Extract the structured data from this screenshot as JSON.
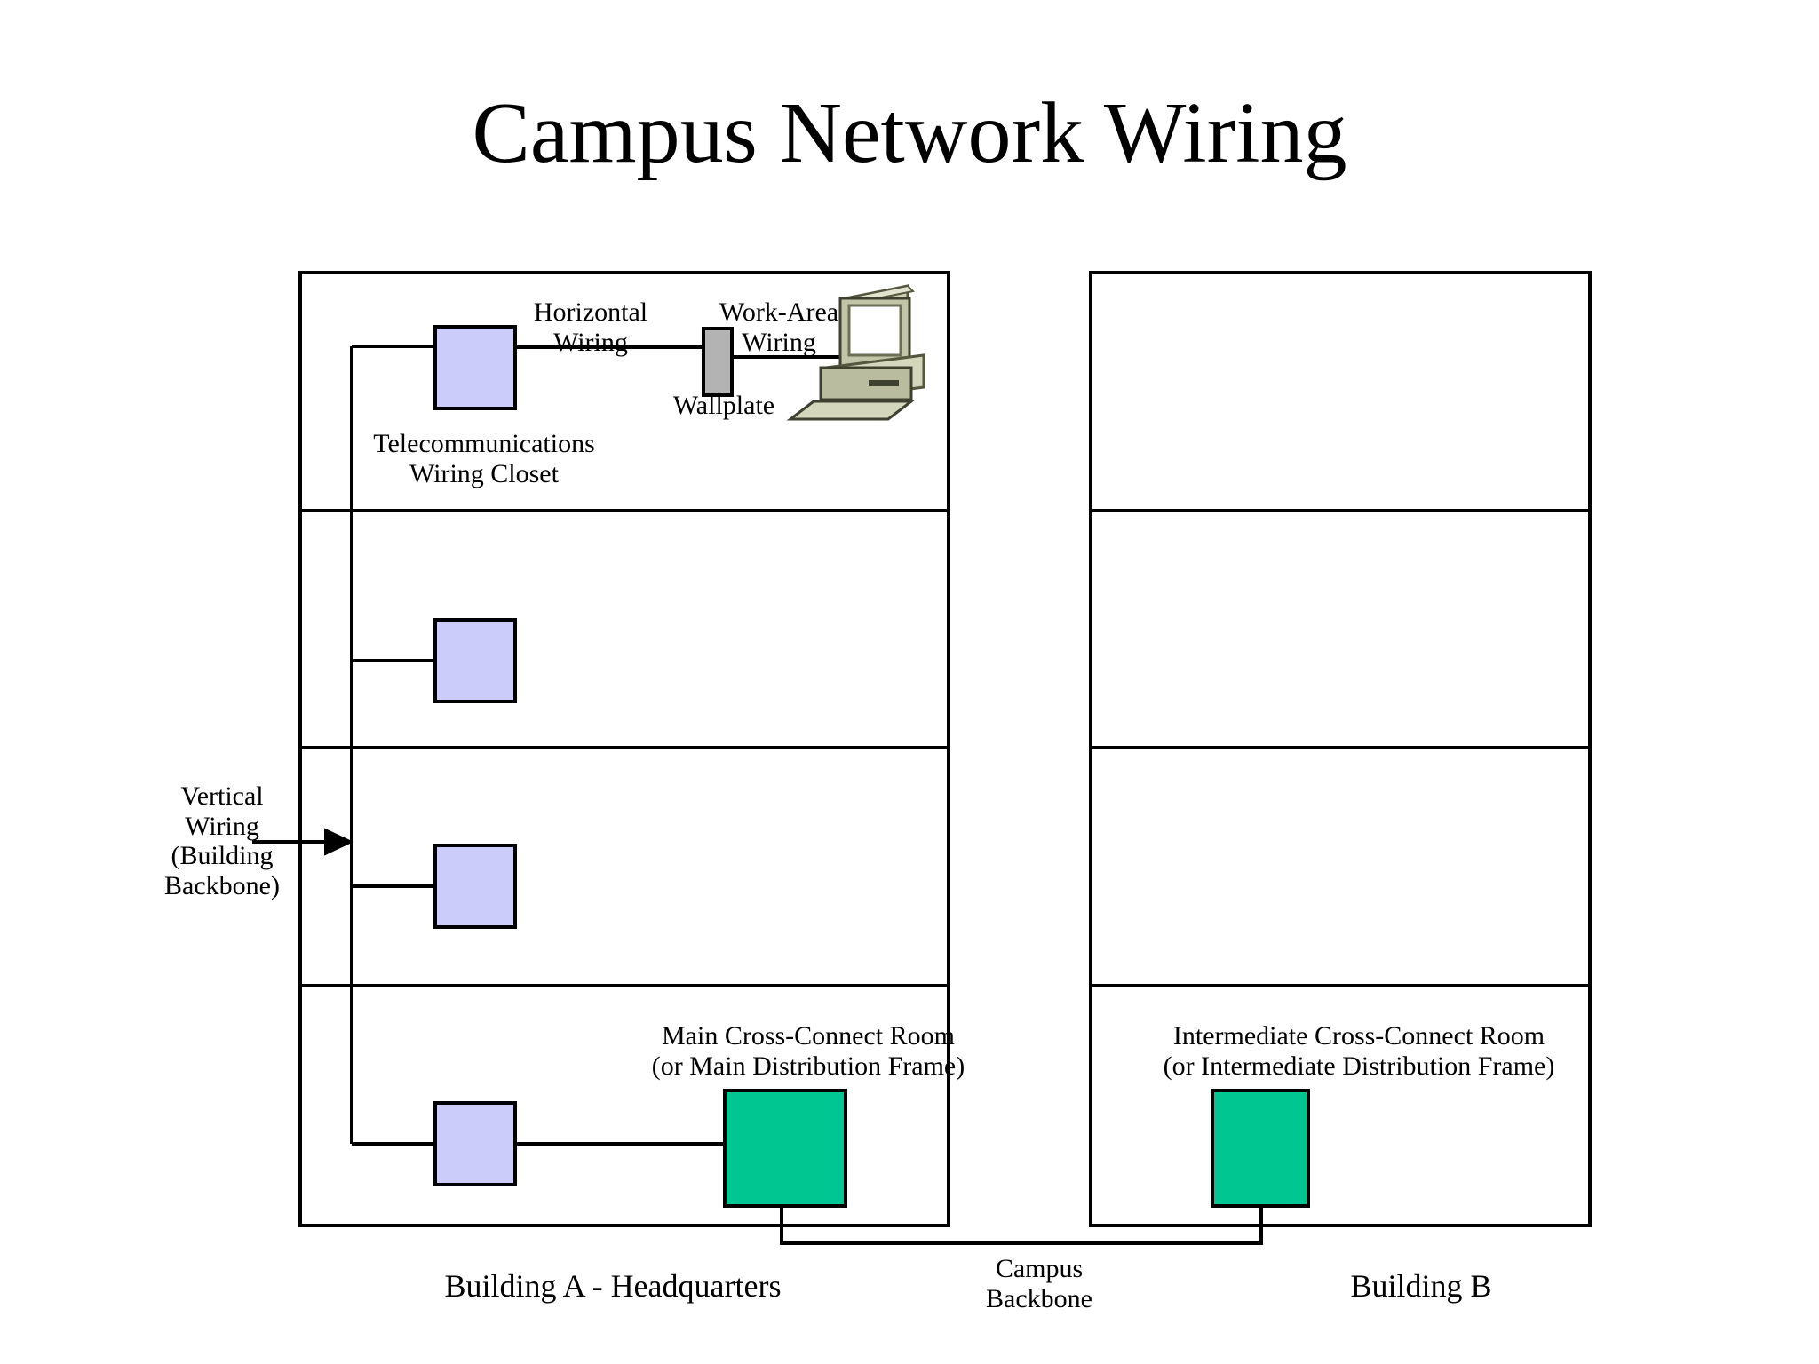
{
  "title": "Campus Network Wiring",
  "colors": {
    "closet_fill": "#ccccfa",
    "cross_connect_fill": "#00c792",
    "wallplate_fill": "#b3b3b3",
    "outline": "#000000",
    "background": "#ffffff",
    "computer_body": "#b5b89a",
    "computer_screen": "#ffffff"
  },
  "labels": {
    "horizontal_wiring": "Horizontal\nWiring",
    "work_area_wiring": "Work-Area\nWiring",
    "wallplate": "Wallplate",
    "telecom_closet": "Telecommunications\nWiring Closet",
    "vertical_wiring": "Vertical\nWiring\n(Building\nBackbone)",
    "main_cross_connect": "Main Cross-Connect Room\n(or Main Distribution Frame)",
    "intermediate_cross_connect": "Intermediate Cross-Connect Room\n(or Intermediate Distribution Frame)",
    "campus_backbone": "Campus\nBackbone",
    "building_a": "Building A - Headquarters",
    "building_b": "Building B"
  },
  "diagram": {
    "type": "network-wiring-diagram",
    "buildings": [
      {
        "name": "Building A - Headquarters",
        "floors": 4,
        "telecom_closets": 4,
        "has_main_cross_connect": true,
        "has_work_area": true
      },
      {
        "name": "Building B",
        "floors": 4,
        "telecom_closets": 0,
        "has_intermediate_cross_connect": true,
        "has_work_area": false
      }
    ],
    "link_types": [
      "Horizontal Wiring",
      "Work-Area Wiring",
      "Vertical Wiring (Building Backbone)",
      "Campus Backbone"
    ],
    "devices": [
      "workstation-computer",
      "wallplate",
      "telecommunications-wiring-closet",
      "main-distribution-frame",
      "intermediate-distribution-frame"
    ]
  }
}
